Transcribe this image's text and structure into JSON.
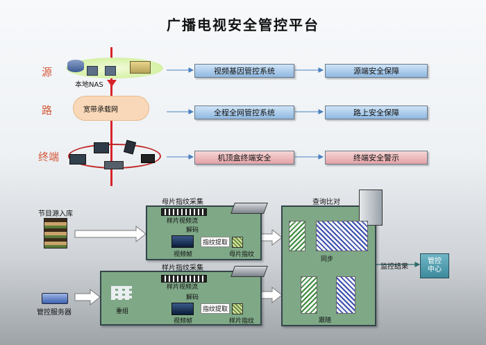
{
  "title": "广播电视安全管控平台",
  "rows": {
    "source": {
      "label": "源",
      "nas_label": "本地NAS",
      "box1": "视频基因管控系统",
      "box2": "源端安全保障"
    },
    "road": {
      "label": "路",
      "cloud_label": "宽带承载网",
      "box1": "全程全网管控系统",
      "box2": "路上安全保障"
    },
    "terminal": {
      "label": "终端",
      "box1": "机顶盒终端安全",
      "box2": "终端安全警示"
    }
  },
  "lower": {
    "program_source": "节目源入库",
    "control_server": "管控服务器",
    "master": {
      "title": "母片指纹采集",
      "stream": "样片视频流",
      "decode": "解码",
      "frame": "视频帧",
      "extract": "指纹提取",
      "fingerprint": "母片指纹"
    },
    "sample": {
      "title": "样片指纹采集",
      "reorg": "重组",
      "stream": "样片视频流",
      "decode": "解码",
      "frame": "视频帧",
      "extract": "指纹提取",
      "fingerprint": "样片指纹"
    },
    "compare": {
      "title": "查询比对",
      "sync": "同步",
      "follow": "跟随"
    },
    "result": "监控结果",
    "center": "管控中心"
  }
}
